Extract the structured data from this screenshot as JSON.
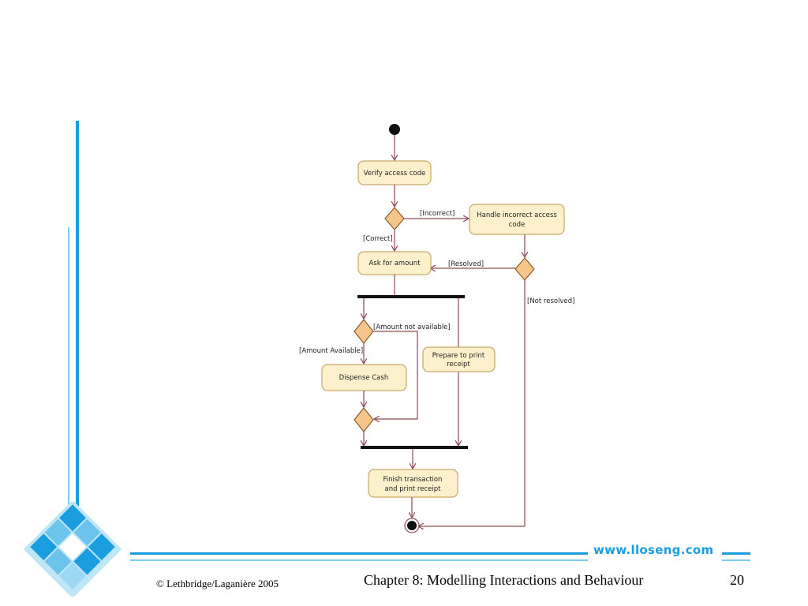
{
  "diagram": {
    "activities": {
      "verify": "Verify access code",
      "handle_line1": "Handle incorrect access",
      "handle_line2": "code",
      "ask": "Ask for amount",
      "prepare_line1": "Prepare to print",
      "prepare_line2": "receipt",
      "dispense": "Dispense Cash",
      "finish_line1": "Finish transaction",
      "finish_line2": "and print receipt"
    },
    "guards": {
      "incorrect": "[Incorrect]",
      "correct": "[Correct]",
      "resolved": "[Resolved]",
      "not_resolved": "[Not resolved]",
      "amount_not_available": "[Amount not available]",
      "amount_available": "[Amount Available]"
    }
  },
  "branding": {
    "url": "www.lloseng.com"
  },
  "footer": {
    "copyright": "© Lethbridge/Laganière 2005",
    "chapter": "Chapter 8: Modelling Interactions and Behaviour",
    "page": "20"
  },
  "colors": {
    "accent": "#1a9ee0",
    "activity_fill": "#fdf1cd",
    "decision_fill": "#f5c58a"
  }
}
